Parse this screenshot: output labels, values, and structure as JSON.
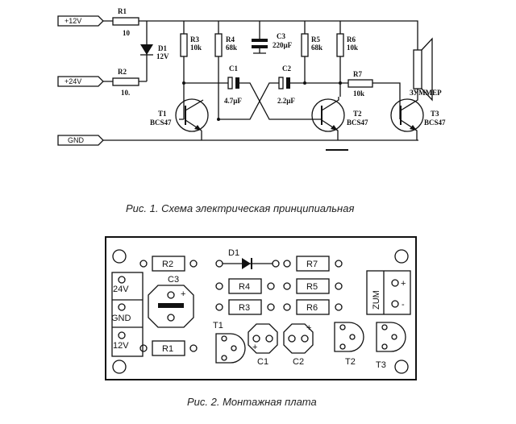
{
  "schematic": {
    "inputs": {
      "v12": "+12V",
      "v24": "+24V",
      "gnd": "GND"
    },
    "r1": {
      "name": "R1",
      "value": "10"
    },
    "r2": {
      "name": "R2",
      "value": "10."
    },
    "d1": {
      "name": "D1",
      "value": "12V"
    },
    "r3": {
      "name": "R3",
      "value": "10k"
    },
    "r4": {
      "name": "R4",
      "value": "68k"
    },
    "c3": {
      "name": "C3",
      "value": "220µF"
    },
    "r5": {
      "name": "R5",
      "value": "68k"
    },
    "r6": {
      "name": "R6",
      "value": "10k"
    },
    "c1": {
      "name": "C1",
      "value": "4.7µF"
    },
    "c2": {
      "name": "C2",
      "value": "2.2µF"
    },
    "r7": {
      "name": "R7",
      "value": "10k"
    },
    "t1": {
      "name": "T1",
      "value": "BCS47"
    },
    "t2": {
      "name": "T2",
      "value": "BCS47"
    },
    "t3": {
      "name": "T3",
      "value": "BCS47"
    },
    "buzzer": "ЗУММЕР",
    "caption": "Рис. 1. Схема электрическая принципиальная"
  },
  "board": {
    "labels": {
      "r1": "R1",
      "r2": "R2",
      "r3": "R3",
      "r4": "R4",
      "r5": "R5",
      "r6": "R6",
      "r7": "R7",
      "d1": "D1",
      "c1": "C1",
      "c2": "C2",
      "c3": "C3",
      "t1": "T1",
      "t2": "T2",
      "t3": "T3",
      "v24": "24V",
      "gnd": "GND",
      "v12": "12V",
      "zum": "ZUM",
      "plus": "+",
      "minus": "-"
    },
    "caption": "Рис. 2. Монтажная плата"
  }
}
